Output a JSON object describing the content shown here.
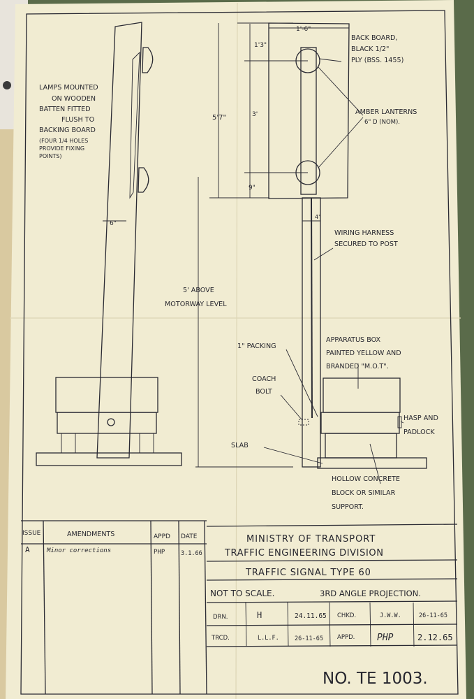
{
  "title_block": {
    "org_line1": "MINISTRY OF TRANSPORT",
    "org_line2": "TRAFFIC ENGINEERING DIVISION",
    "drawing_title": "TRAFFIC SIGNAL TYPE 60",
    "scale_note": "NOT TO SCALE.",
    "projection_note": "3RD ANGLE PROJECTION.",
    "drawing_number": "NO. TE 1003.",
    "drn_label": "DRN.",
    "drn_initials": "H",
    "drn_date": "24.11.65",
    "chkd_label": "CHKD.",
    "chkd_initials": "J.W.W.",
    "chkd_date": "26-11-65",
    "trcd_label": "TRCD.",
    "trcd_initials": "L.L.F.",
    "trcd_date": "26-11-65",
    "appd_label": "APPD.",
    "appd_initials": "PHP",
    "appd_date": "2.12.65"
  },
  "amendments": {
    "headers": [
      "ISSUE",
      "AMENDMENTS",
      "APPD",
      "DATE"
    ],
    "rows": [
      {
        "issue": "A",
        "amendment": "Minor corrections",
        "appd": "PHP",
        "date": "3.1.66"
      }
    ]
  },
  "annotations": {
    "lamps_mounted": [
      "LAMPS MOUNTED",
      "ON WOODEN",
      "BATTEN FITTED",
      "FLUSH TO",
      "BACKING BOARD"
    ],
    "fixing_holes": [
      "(FOUR 1/4 HOLES",
      "PROVIDE FIXING",
      "POINTS)"
    ],
    "back_board": [
      "BACK BOARD,",
      "BLACK 1/2\"",
      "PLY (BSS. 1455)"
    ],
    "amber_lanterns": [
      "AMBER LANTERNS",
      "6\" D (NOM)."
    ],
    "wiring_harness": [
      "WIRING HARNESS",
      "SECURED TO POST"
    ],
    "above_level": [
      "5' ABOVE",
      "MOTORWAY LEVEL"
    ],
    "packing": "1\" PACKING",
    "apparatus_box": [
      "APPARATUS BOX",
      "PAINTED YELLOW AND",
      "BRANDED \"M.O.T\"."
    ],
    "coach_bolt": [
      "COACH",
      "BOLT"
    ],
    "hasp": [
      "HASP AND",
      "PADLOCK"
    ],
    "slab": "SLAB",
    "hollow_block": [
      "HOLLOW CONCRETE",
      "BLOCK OR SIMILAR",
      "SUPPORT."
    ]
  },
  "dimensions": {
    "board_width": "1'-6\"",
    "top_offset": "1'3\"",
    "lantern_spacing": "3'",
    "overall_height": "5'7\"",
    "bottom_offset": "9\"",
    "post_width": "6\"",
    "post_small": "4\""
  },
  "colors": {
    "paper": "#f1ecd2",
    "ink": "#26262e",
    "background": "#5a6b4a",
    "folder": "#d9c9a0"
  }
}
